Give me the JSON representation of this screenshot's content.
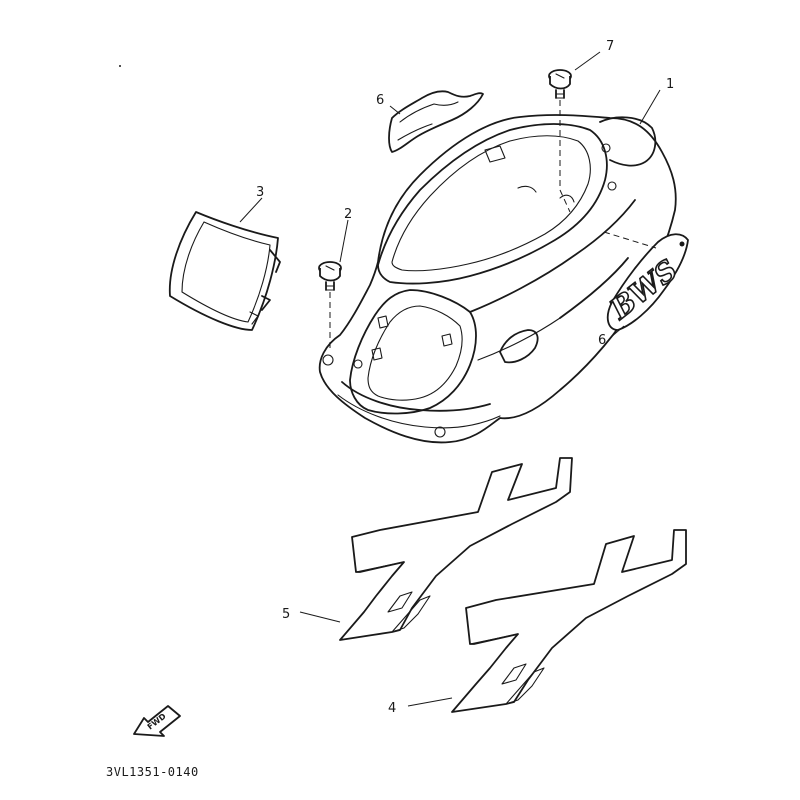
{
  "callouts": {
    "p1": "1",
    "p2": "2",
    "p3": "3",
    "p4": "4",
    "p5": "5",
    "p6a": "6",
    "p6b": "6",
    "p7": "7"
  },
  "emblem_text": "BWS",
  "forward_arrow_label": "FWD",
  "diagram_code": "3VL1351-0140"
}
